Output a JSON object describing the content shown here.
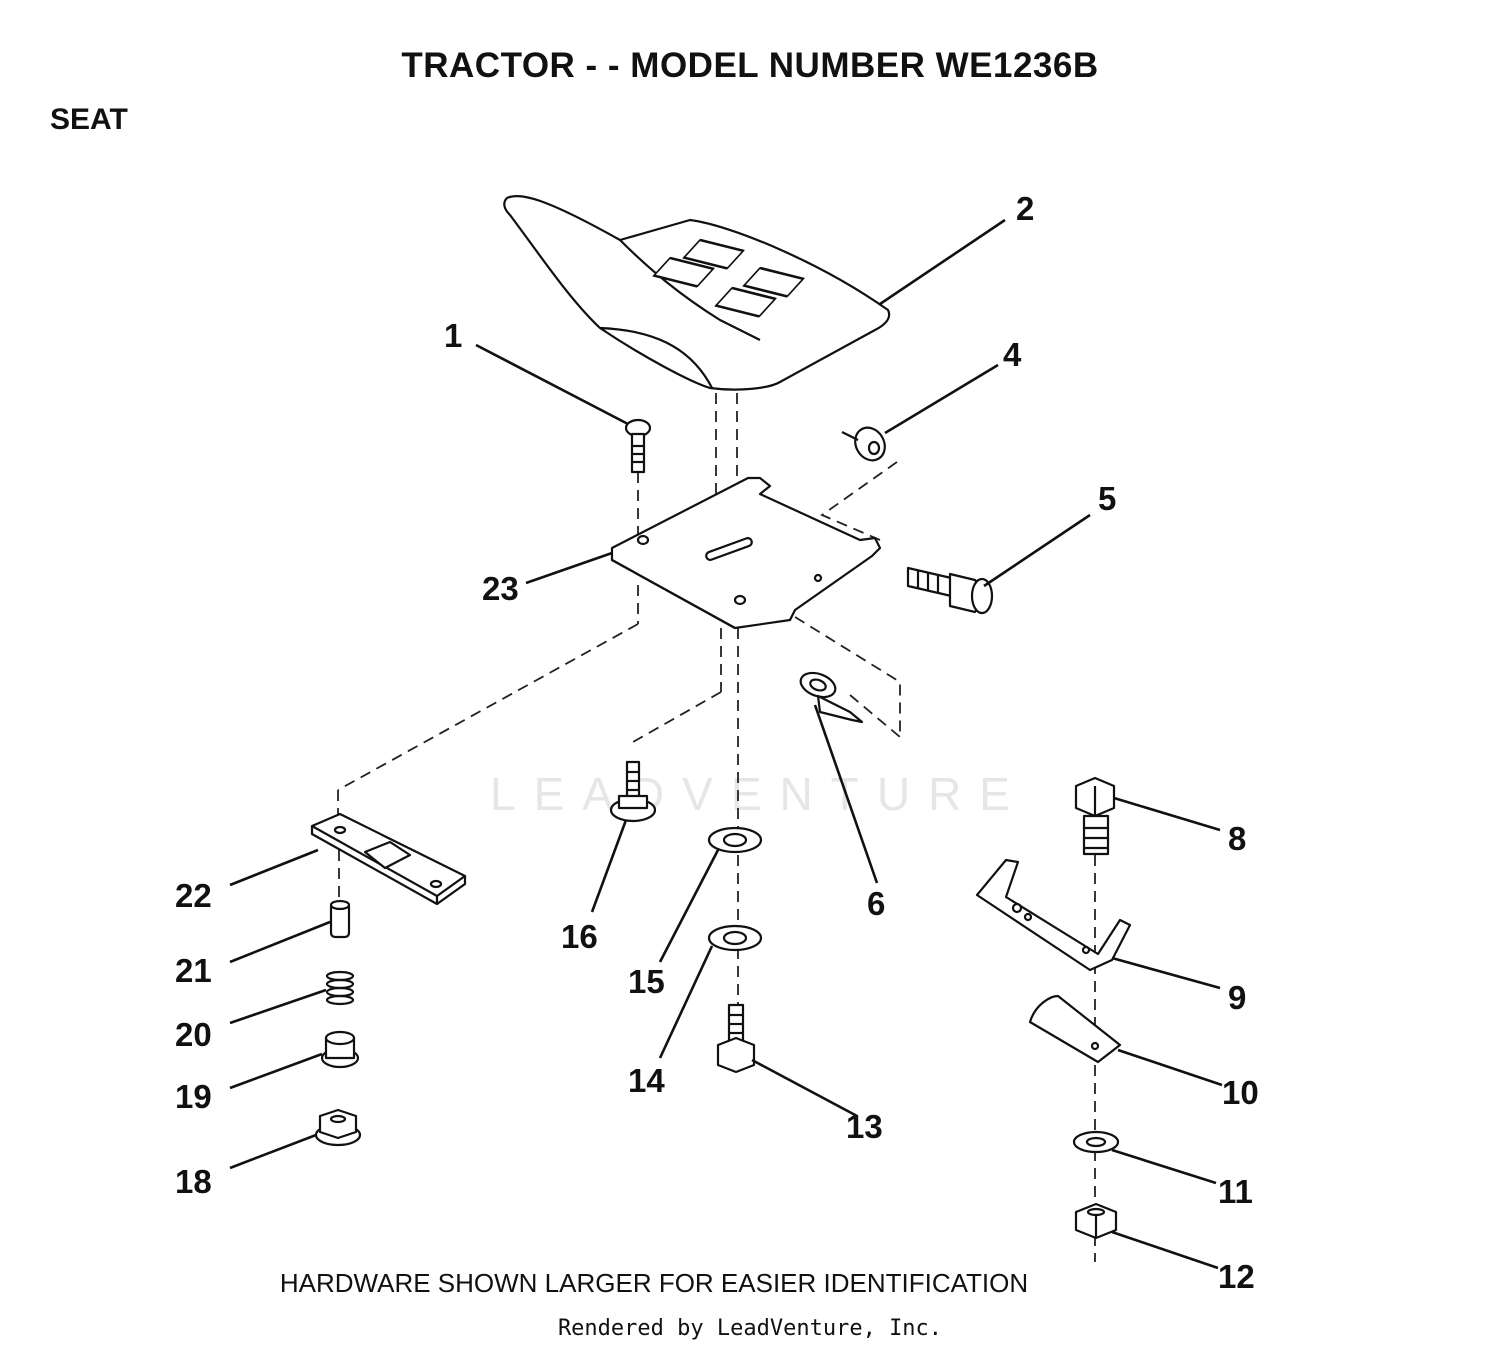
{
  "header": {
    "title": "TRACTOR - - MODEL NUMBER WE1236B",
    "section": "SEAT"
  },
  "watermark": "LEADVENTURE",
  "callouts": [
    "1",
    "2",
    "4",
    "5",
    "6",
    "8",
    "9",
    "10",
    "11",
    "12",
    "13",
    "14",
    "15",
    "16",
    "18",
    "19",
    "20",
    "21",
    "22",
    "23"
  ],
  "footer": {
    "note": "HARDWARE SHOWN LARGER FOR EASIER IDENTIFICATION",
    "credit": "Rendered by LeadVenture, Inc."
  }
}
